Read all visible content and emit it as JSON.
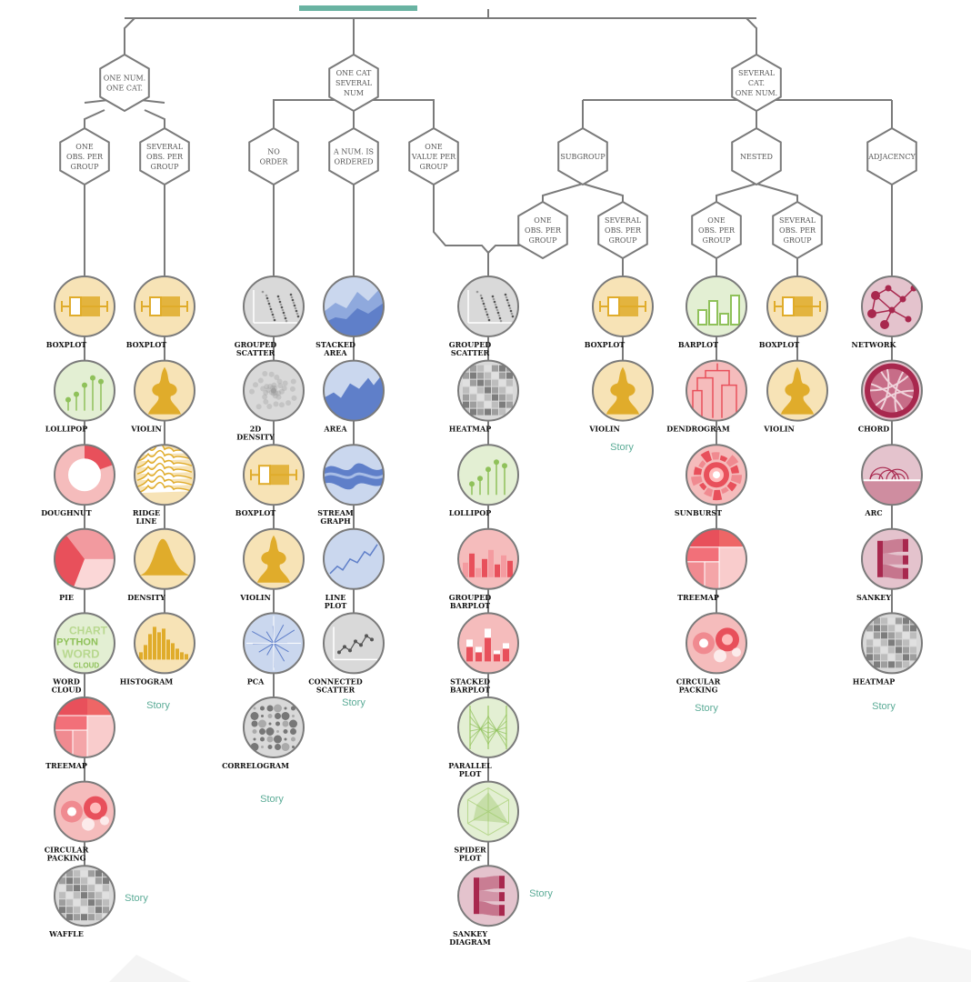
{
  "colors": {
    "accent": "#69b3a2",
    "story": "#5aab96",
    "line": "#7a7a7a",
    "yellow": "#f7e3b6",
    "yellowDark": "#e0ac2b",
    "green": "#e3efd3",
    "greenDark": "#8fc15a",
    "red": "#f5bcbc",
    "redDark": "#e8505b",
    "blue": "#cad7ee",
    "blueDark": "#5f7fc9",
    "gray": "#d9d9d9",
    "grayDark": "#8a8a8a",
    "purple": "#e4c3cd",
    "purpleDark": "#a8284e"
  },
  "decision_nodes": [
    {
      "id": "root_num_cat",
      "lines": [
        "ONE NUM.",
        "ONE CAT."
      ]
    },
    {
      "id": "root_cat_nums",
      "lines": [
        "ONE CAT",
        "SEVERAL",
        "NUM"
      ]
    },
    {
      "id": "root_cats_num",
      "lines": [
        "SEVERAL",
        "CAT.",
        "ONE NUM."
      ]
    },
    {
      "id": "one_obs_a",
      "lines": [
        "ONE",
        "OBS. PER",
        "GROUP"
      ]
    },
    {
      "id": "several_obs_a",
      "lines": [
        "SEVERAL",
        "OBS. PER",
        "GROUP"
      ]
    },
    {
      "id": "no_order",
      "lines": [
        "NO",
        "ORDER"
      ]
    },
    {
      "id": "num_ordered",
      "lines": [
        "A NUM. IS",
        "ORDERED"
      ]
    },
    {
      "id": "one_value",
      "lines": [
        "ONE",
        "VALUE PER",
        "GROUP"
      ]
    },
    {
      "id": "subgroup",
      "lines": [
        "SUBGROUP"
      ]
    },
    {
      "id": "nested",
      "lines": [
        "NESTED"
      ]
    },
    {
      "id": "adjacency",
      "lines": [
        "ADJACENCY"
      ]
    },
    {
      "id": "sub_one_obs",
      "lines": [
        "ONE",
        "OBS. PER",
        "GROUP"
      ]
    },
    {
      "id": "sub_several_obs",
      "lines": [
        "SEVERAL",
        "OBS. PER",
        "GROUP"
      ]
    },
    {
      "id": "nest_one_obs",
      "lines": [
        "ONE",
        "OBS. PER",
        "GROUP"
      ]
    },
    {
      "id": "nest_several_obs",
      "lines": [
        "SEVERAL",
        "OBS. PER",
        "GROUP"
      ]
    }
  ],
  "columns": [
    {
      "id": "c1",
      "charts": [
        {
          "label": [
            "BOXPLOT"
          ],
          "icon": "boxplot-icon",
          "theme": "yellow"
        },
        {
          "label": [
            "LOLLIPOP"
          ],
          "icon": "lollipop-icon",
          "theme": "green"
        },
        {
          "label": [
            "DOUGHNUT"
          ],
          "icon": "doughnut-icon",
          "theme": "red"
        },
        {
          "label": [
            "PIE"
          ],
          "icon": "pie-icon",
          "theme": "red"
        },
        {
          "label": [
            "WORD",
            "CLOUD"
          ],
          "icon": "wordcloud-icon",
          "theme": "green",
          "words": [
            "CHART",
            "PYTHON",
            "WORD",
            "CLOUD"
          ]
        },
        {
          "label": [
            "TREEMAP"
          ],
          "icon": "treemap-icon",
          "theme": "red"
        },
        {
          "label": [
            "CIRCULAR",
            "PACKING"
          ],
          "icon": "circular-packing-icon",
          "theme": "red"
        },
        {
          "label": [
            "WAFFLE"
          ],
          "icon": "waffle-icon",
          "theme": "gray"
        }
      ],
      "story": "Story"
    },
    {
      "id": "c2",
      "charts": [
        {
          "label": [
            "BOXPLOT"
          ],
          "icon": "boxplot-icon",
          "theme": "yellow"
        },
        {
          "label": [
            "VIOLIN"
          ],
          "icon": "violin-icon",
          "theme": "yellow"
        },
        {
          "label": [
            "RIDGE",
            "LINE"
          ],
          "icon": "ridgeline-icon",
          "theme": "yellow"
        },
        {
          "label": [
            "DENSITY"
          ],
          "icon": "density-icon",
          "theme": "yellow"
        },
        {
          "label": [
            "HISTOGRAM"
          ],
          "icon": "histogram-icon",
          "theme": "yellow"
        }
      ],
      "story": "Story"
    },
    {
      "id": "c3",
      "charts": [
        {
          "label": [
            "GROUPED",
            "SCATTER"
          ],
          "icon": "scatter-icon",
          "theme": "gray"
        },
        {
          "label": [
            "2D",
            "DENSITY"
          ],
          "icon": "density2d-icon",
          "theme": "gray"
        },
        {
          "label": [
            "BOXPLOT"
          ],
          "icon": "boxplot-icon",
          "theme": "yellow"
        },
        {
          "label": [
            "VIOLIN"
          ],
          "icon": "violin-icon",
          "theme": "yellow"
        },
        {
          "label": [
            "PCA"
          ],
          "icon": "pca-icon",
          "theme": "blue"
        },
        {
          "label": [
            "CORRELOGRAM"
          ],
          "icon": "correlogram-icon",
          "theme": "gray"
        }
      ],
      "story": "Story"
    },
    {
      "id": "c4",
      "charts": [
        {
          "label": [
            "STACKED",
            "AREA"
          ],
          "icon": "stacked-area-icon",
          "theme": "blue"
        },
        {
          "label": [
            "AREA"
          ],
          "icon": "area-icon",
          "theme": "blue"
        },
        {
          "label": [
            "STREAM",
            "GRAPH"
          ],
          "icon": "streamgraph-icon",
          "theme": "blue"
        },
        {
          "label": [
            "LINE",
            "PLOT"
          ],
          "icon": "lineplot-icon",
          "theme": "blue"
        },
        {
          "label": [
            "CONNECTED",
            "SCATTER"
          ],
          "icon": "connected-scatter-icon",
          "theme": "gray"
        }
      ],
      "story": "Story"
    },
    {
      "id": "c5",
      "charts": [
        {
          "label": [
            "GROUPED",
            "SCATTER"
          ],
          "icon": "scatter-icon",
          "theme": "gray"
        },
        {
          "label": [
            "HEATMAP"
          ],
          "icon": "heatmap-icon",
          "theme": "gray"
        },
        {
          "label": [
            "LOLLIPOP"
          ],
          "icon": "lollipop-icon",
          "theme": "green"
        },
        {
          "label": [
            "GROUPED",
            "BARPLOT"
          ],
          "icon": "grouped-barplot-icon",
          "theme": "red"
        },
        {
          "label": [
            "STACKED",
            "BARPLOT"
          ],
          "icon": "stacked-barplot-icon",
          "theme": "red"
        },
        {
          "label": [
            "PARALLEL",
            "PLOT"
          ],
          "icon": "parallel-plot-icon",
          "theme": "green"
        },
        {
          "label": [
            "SPIDER",
            "PLOT"
          ],
          "icon": "spider-plot-icon",
          "theme": "green"
        },
        {
          "label": [
            "SANKEY",
            "DIAGRAM"
          ],
          "icon": "sankey-icon",
          "theme": "purple"
        }
      ],
      "story": "Story"
    },
    {
      "id": "c6",
      "charts": [
        {
          "label": [
            "BOXPLOT"
          ],
          "icon": "boxplot-icon",
          "theme": "yellow"
        },
        {
          "label": [
            "VIOLIN"
          ],
          "icon": "violin-icon",
          "theme": "yellow"
        }
      ],
      "story": "Story"
    },
    {
      "id": "c7",
      "charts": [
        {
          "label": [
            "BARPLOT"
          ],
          "icon": "barplot-icon",
          "theme": "green"
        },
        {
          "label": [
            "DENDROGRAM"
          ],
          "icon": "dendrogram-icon",
          "theme": "red"
        },
        {
          "label": [
            "SUNBURST"
          ],
          "icon": "sunburst-icon",
          "theme": "red"
        },
        {
          "label": [
            "TREEMAP"
          ],
          "icon": "treemap-icon",
          "theme": "red"
        },
        {
          "label": [
            "CIRCULAR",
            "PACKING"
          ],
          "icon": "circular-packing-icon",
          "theme": "red"
        }
      ],
      "story": "Story"
    },
    {
      "id": "c8",
      "charts": [
        {
          "label": [
            "BOXPLOT"
          ],
          "icon": "boxplot-icon",
          "theme": "yellow"
        },
        {
          "label": [
            "VIOLIN"
          ],
          "icon": "violin-icon",
          "theme": "yellow"
        }
      ],
      "story": ""
    },
    {
      "id": "c9",
      "charts": [
        {
          "label": [
            "NETWORK"
          ],
          "icon": "network-icon",
          "theme": "purple"
        },
        {
          "label": [
            "CHORD"
          ],
          "icon": "chord-icon",
          "theme": "purple"
        },
        {
          "label": [
            "ARC"
          ],
          "icon": "arc-icon",
          "theme": "purple"
        },
        {
          "label": [
            "SANKEY"
          ],
          "icon": "sankey-icon",
          "theme": "purple"
        },
        {
          "label": [
            "HEATMAP"
          ],
          "icon": "heatmap-icon",
          "theme": "gray"
        }
      ],
      "story": "Story"
    }
  ]
}
